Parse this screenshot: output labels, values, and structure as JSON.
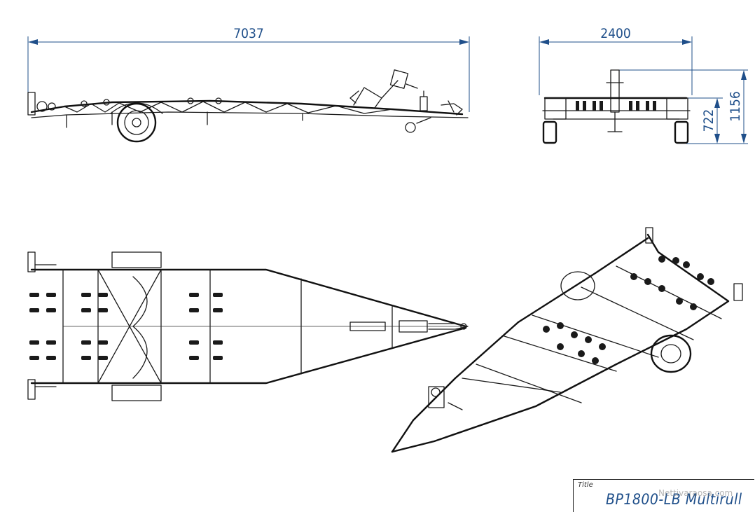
{
  "dimensions": {
    "length": "7037",
    "width": "2400",
    "height_low": "722",
    "height_total": "1156"
  },
  "title_block": {
    "label": "Title",
    "value": "BP1800-LB Multirull"
  },
  "watermark": "Nettivaraosa.com",
  "colors": {
    "dimension": "#1f4f8a",
    "linework": "#1a1a1a",
    "background": "#ffffff"
  }
}
